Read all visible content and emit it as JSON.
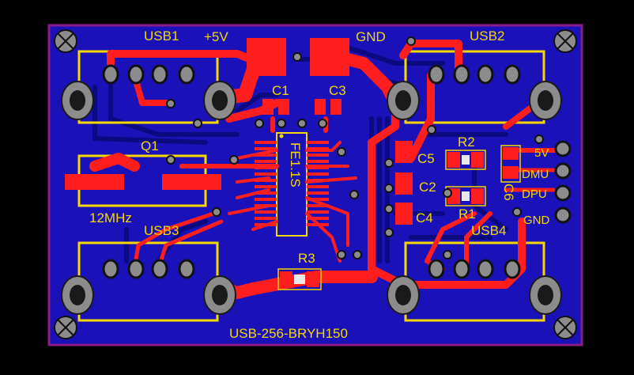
{
  "colors": {
    "background": "#000000",
    "board_edge": "#8a1c8a",
    "copper_fill": "#1a12b8",
    "bottom_trace": "#0c0a80",
    "top_copper": "#ff1e1e",
    "silkscreen": "#f5d800",
    "pad": "#8c8c8c",
    "hole": "#1a1a1a",
    "smd_pad": "#e8e8e8"
  },
  "labels": {
    "usb1": "USB1",
    "plus5v": "+5V",
    "gnd_top": "GND",
    "usb2": "USB2",
    "c1": "C1",
    "c3": "C3",
    "q1": "Q1",
    "chip": "FE1.1S",
    "c5": "C5",
    "r2": "R2",
    "c2": "C2",
    "r1": "R1",
    "c6": "C6",
    "c4": "C4",
    "freq": "12MHz",
    "usb3": "USB3",
    "usb4": "USB4",
    "r3": "R3",
    "board_name": "USB-256-BRYH150"
  },
  "header_pins": [
    "5V",
    "DMU",
    "DPU",
    "GND"
  ]
}
